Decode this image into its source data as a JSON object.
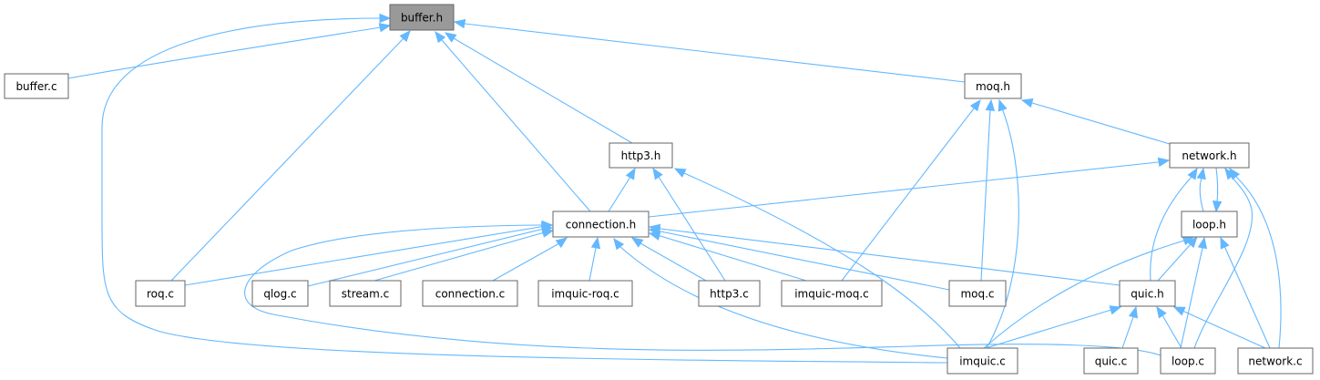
{
  "diagram": {
    "title": "buffer.h include dependency graph",
    "colors": {
      "edge": "#63b8ff",
      "node_border": "#666666",
      "node_fill": "#ffffff",
      "focus_fill": "#999999"
    },
    "nodes": [
      {
        "id": "buffer_h",
        "label": "buffer.h",
        "focus": true
      },
      {
        "id": "buffer_c",
        "label": "buffer.c"
      },
      {
        "id": "moq_h",
        "label": "moq.h"
      },
      {
        "id": "http3_h",
        "label": "http3.h"
      },
      {
        "id": "network_h",
        "label": "network.h"
      },
      {
        "id": "connection_h",
        "label": "connection.h"
      },
      {
        "id": "loop_h",
        "label": "loop.h"
      },
      {
        "id": "roq_c",
        "label": "roq.c"
      },
      {
        "id": "qlog_c",
        "label": "qlog.c"
      },
      {
        "id": "stream_c",
        "label": "stream.c"
      },
      {
        "id": "connection_c",
        "label": "connection.c"
      },
      {
        "id": "imquic_roq_c",
        "label": "imquic-roq.c"
      },
      {
        "id": "http3_c",
        "label": "http3.c"
      },
      {
        "id": "imquic_moq_c",
        "label": "imquic-moq.c"
      },
      {
        "id": "moq_c",
        "label": "moq.c"
      },
      {
        "id": "quic_h",
        "label": "quic.h"
      },
      {
        "id": "imquic_c",
        "label": "imquic.c"
      },
      {
        "id": "quic_c",
        "label": "quic.c"
      },
      {
        "id": "loop_c",
        "label": "loop.c"
      },
      {
        "id": "network_c",
        "label": "network.c"
      }
    ],
    "edges": [
      {
        "from": "buffer_c",
        "to": "buffer_h"
      },
      {
        "from": "imquic_c",
        "to": "buffer_h"
      },
      {
        "from": "roq_c",
        "to": "buffer_h"
      },
      {
        "from": "connection_h",
        "to": "buffer_h"
      },
      {
        "from": "http3_h",
        "to": "buffer_h"
      },
      {
        "from": "moq_h",
        "to": "buffer_h"
      },
      {
        "from": "network_h",
        "to": "moq_h"
      },
      {
        "from": "imquic_moq_c",
        "to": "moq_h"
      },
      {
        "from": "moq_c",
        "to": "moq_h"
      },
      {
        "from": "imquic_c",
        "to": "moq_h"
      },
      {
        "from": "connection_h",
        "to": "http3_h"
      },
      {
        "from": "http3_c",
        "to": "http3_h"
      },
      {
        "from": "imquic_c",
        "to": "http3_h"
      },
      {
        "from": "connection_h",
        "to": "network_h"
      },
      {
        "from": "loop_h",
        "to": "network_h"
      },
      {
        "from": "network_h",
        "to": "loop_h"
      },
      {
        "from": "quic_h",
        "to": "network_h"
      },
      {
        "from": "loop_c",
        "to": "network_h"
      },
      {
        "from": "network_c",
        "to": "network_h"
      },
      {
        "from": "roq_c",
        "to": "connection_h"
      },
      {
        "from": "qlog_c",
        "to": "connection_h"
      },
      {
        "from": "stream_c",
        "to": "connection_h"
      },
      {
        "from": "connection_c",
        "to": "connection_h"
      },
      {
        "from": "imquic_roq_c",
        "to": "connection_h"
      },
      {
        "from": "http3_c",
        "to": "connection_h"
      },
      {
        "from": "imquic_moq_c",
        "to": "connection_h"
      },
      {
        "from": "moq_c",
        "to": "connection_h"
      },
      {
        "from": "quic_h",
        "to": "connection_h"
      },
      {
        "from": "loop_c",
        "to": "connection_h"
      },
      {
        "from": "imquic_c",
        "to": "connection_h"
      },
      {
        "from": "quic_h",
        "to": "loop_h"
      },
      {
        "from": "imquic_c",
        "to": "loop_h"
      },
      {
        "from": "loop_c",
        "to": "loop_h"
      },
      {
        "from": "network_c",
        "to": "loop_h"
      },
      {
        "from": "imquic_c",
        "to": "quic_h"
      },
      {
        "from": "quic_c",
        "to": "quic_h"
      },
      {
        "from": "loop_c",
        "to": "quic_h"
      },
      {
        "from": "network_c",
        "to": "quic_h"
      }
    ]
  }
}
